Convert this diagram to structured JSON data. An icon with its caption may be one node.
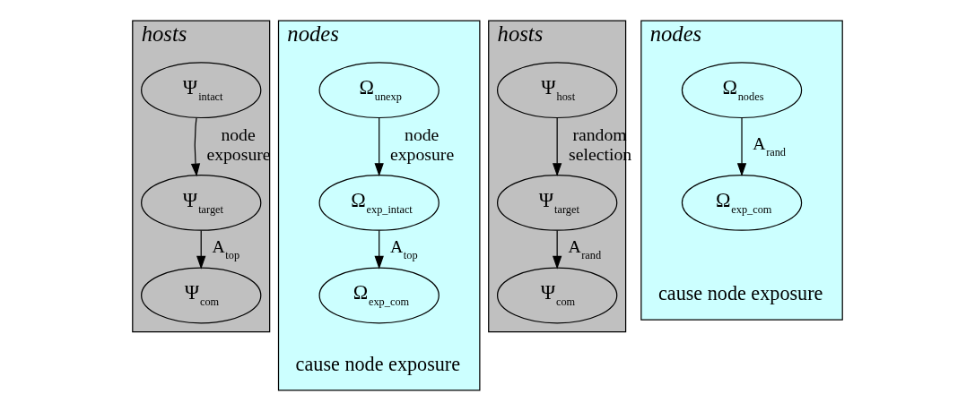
{
  "diagram": {
    "nodes": [
      {
        "text": [
          "hosts"
        ]
      },
      {
        "text": [
          "Ψ$_{intact}$"
        ],
        "in": 0
      },
      {
        "text": [
          "Ψ$_{target}$"
        ],
        "in": 0
      },
      {
        "text": [
          "Ψ$_{com}$"
        ],
        "in": 0
      },
      {
        "text": [
          "nodes"
        ]
      },
      {
        "text": [
          "Ω$_{unexp}$"
        ],
        "in": 4
      },
      {
        "text": [
          "Ω$_{exp_intact}$"
        ],
        "in": 4
      },
      {
        "text": [
          "Ω$_{exp_com}$"
        ],
        "in": 4,
        "beside": [
          "cause node exposure"
        ]
      },
      {
        "text": [
          "hosts"
        ]
      },
      {
        "text": [
          "Ψ$_{host}$"
        ],
        "in": 8
      },
      {
        "text": [
          "Ψ$_{target}$"
        ],
        "in": 8
      },
      {
        "text": [
          "Ψ$_{com}$"
        ],
        "in": 8
      },
      {
        "text": [
          "nodes"
        ]
      },
      {
        "text": [
          "Ω$_{nodes}$"
        ],
        "in": 12
      },
      {
        "text": [
          "Ω$_{exp_com}$"
        ],
        "in": 12,
        "beside": [
          "cause node exposure"
        ]
      }
    ],
    "edges": [
      {
        "from": 1,
        "to": 2,
        "arrow": "to",
        "label": "node exposure"
      },
      {
        "from": 2,
        "to": 3,
        "arrow": "to",
        "label": "A$_{top}$"
      },
      {
        "from": 5,
        "to": 6,
        "arrow": "to",
        "label": "node exposure"
      },
      {
        "from": 6,
        "to": 7,
        "arrow": "to",
        "label": "A$_{top}$"
      },
      {
        "from": 9,
        "to": 10,
        "arrow": "to",
        "label": "random selection"
      },
      {
        "from": 10,
        "to": 11,
        "arrow": "to",
        "label": "A$_{rand}$"
      },
      {
        "from": 13,
        "to": 14,
        "arrow": "to",
        "label": "A$_{rand}$"
      }
    ]
  }
}
